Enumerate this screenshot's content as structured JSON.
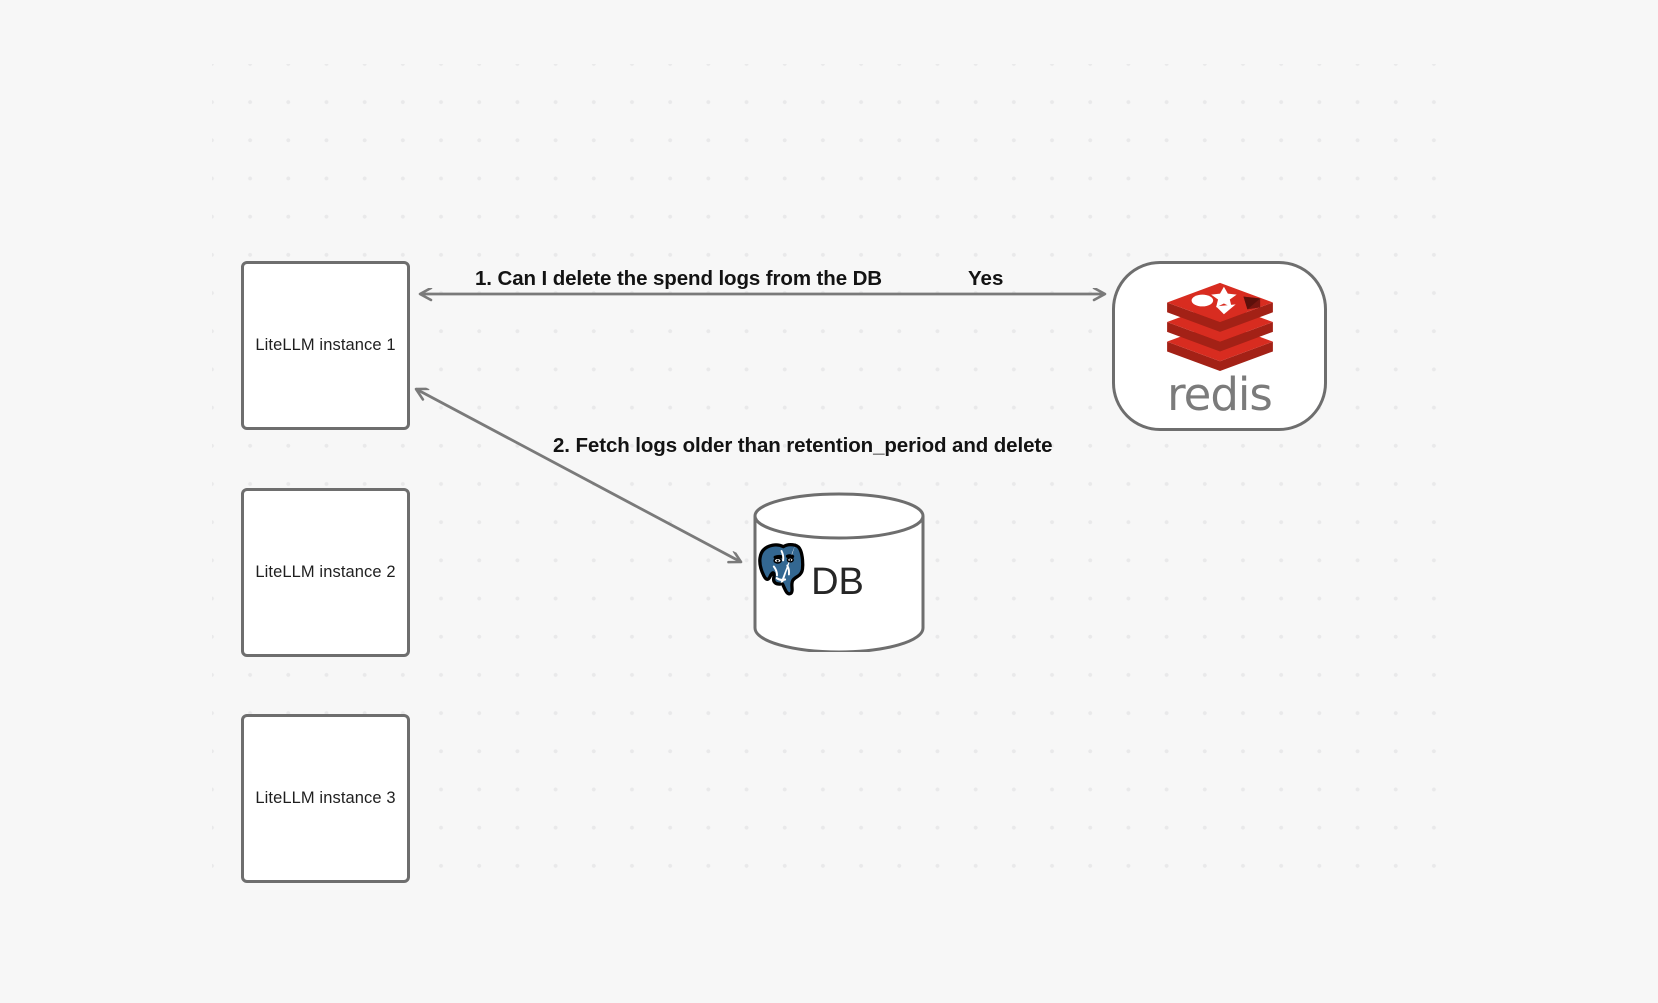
{
  "diagram": {
    "title": "LiteLLM spend log deletion flow",
    "background_color": "#f7f7f7",
    "grid": "dot-grid",
    "node_border_color": "#6e6e6e",
    "edge_color": "#7a7a7a",
    "nodes": [
      {
        "id": "instance-1",
        "label": "LiteLLM instance 1",
        "shape": "rounded-rect"
      },
      {
        "id": "instance-2",
        "label": "LiteLLM instance 2",
        "shape": "rounded-rect"
      },
      {
        "id": "instance-3",
        "label": "LiteLLM instance 3",
        "shape": "rounded-rect"
      },
      {
        "id": "redis",
        "label": "redis",
        "shape": "stadium",
        "logo": "redis-logo-icon",
        "logo_color": "#d82c20"
      },
      {
        "id": "db",
        "label": "DB",
        "shape": "cylinder",
        "logo": "postgresql-elephant-icon",
        "logo_color": "#336791"
      }
    ],
    "edges": [
      {
        "id": "edge-1",
        "from": "redis",
        "to": "instance-1",
        "label": "1. Can I delete the spend logs from the DB",
        "reply_label": "Yes",
        "direction": "bidirectional"
      },
      {
        "id": "edge-2",
        "from": "instance-1",
        "to": "db",
        "label": "2. Fetch logs older than retention_period and delete",
        "direction": "bidirectional"
      }
    ]
  },
  "labels": {
    "step1": "1.  Can I delete the spend logs from the DB",
    "yes": "Yes",
    "step2": "2.  Fetch logs older than retention_period and delete",
    "redis_word": "redis",
    "db_word": "DB"
  }
}
